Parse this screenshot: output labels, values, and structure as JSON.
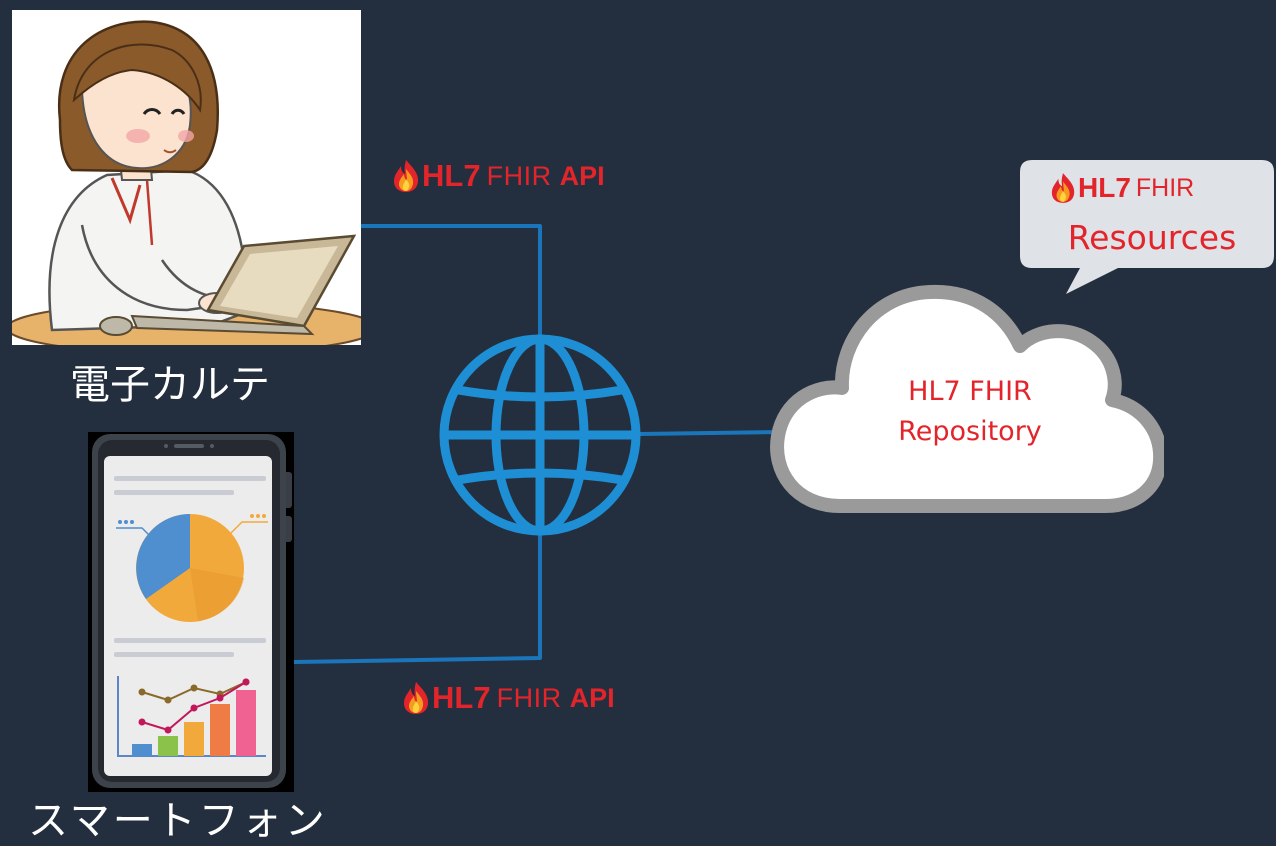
{
  "colors": {
    "background": "#232f3e",
    "line": "#1b75bb",
    "globe": "#1e8fd5",
    "hl7_red": "#e3242b",
    "cloud_fill": "#ffffff",
    "cloud_stroke": "#9a9a9a",
    "callout_fill": "#dfe3e8"
  },
  "nodes": {
    "ehr": {
      "caption": "電子カルテ",
      "icon": "nurse-laptop-illustration"
    },
    "smartphone": {
      "caption": "スマートフォン",
      "icon": "smartphone-charts-illustration"
    },
    "network": {
      "icon": "globe-icon"
    },
    "repository": {
      "label_line1": "HL7 FHIR",
      "label_line2": "Repository",
      "icon": "cloud-icon"
    }
  },
  "api_labels": {
    "top": {
      "hl7": "HL7",
      "fhir": "FHIR",
      "api": "API"
    },
    "bottom": {
      "hl7": "HL7",
      "fhir": "FHIR",
      "api": "API"
    }
  },
  "callout": {
    "hl7": "HL7",
    "fhir": "FHIR",
    "text": "Resources"
  }
}
